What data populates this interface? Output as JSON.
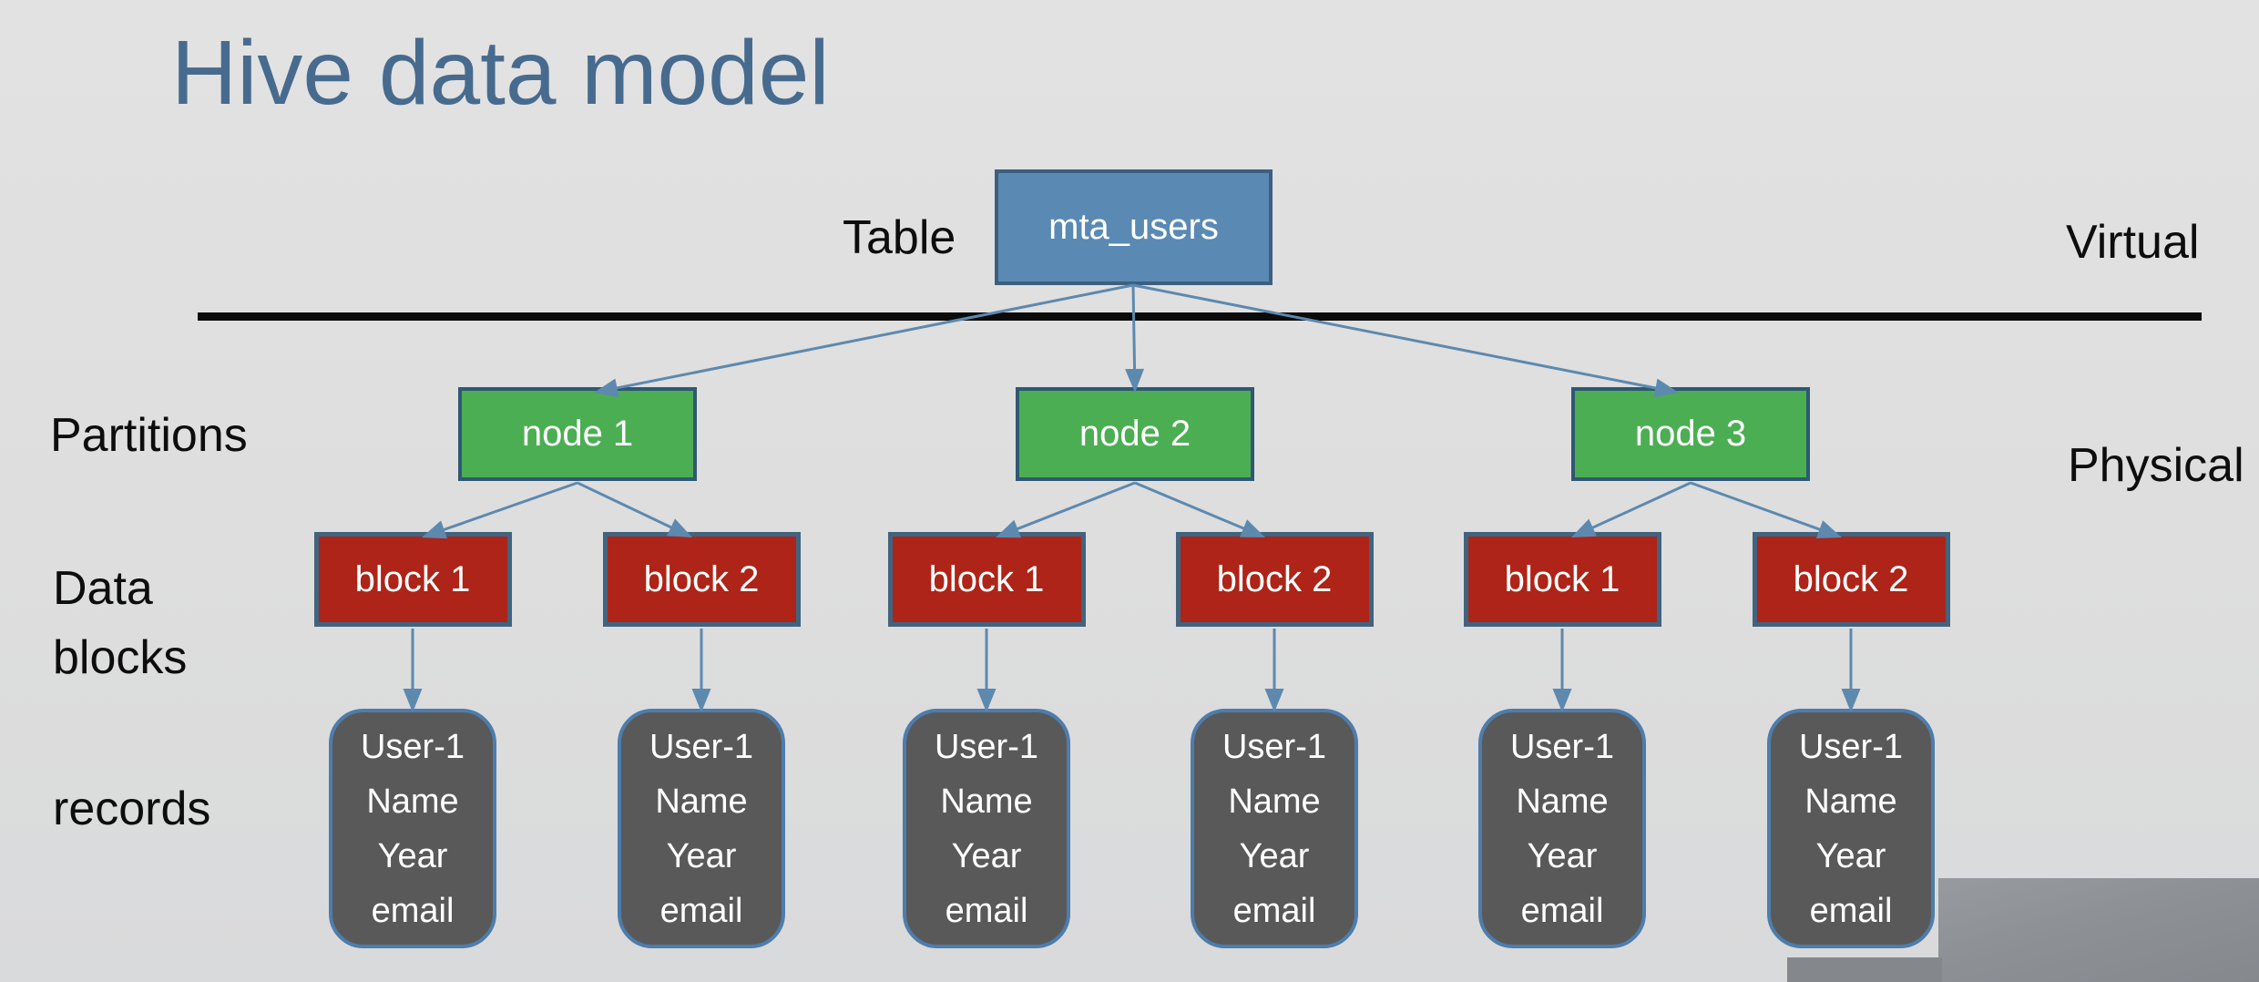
{
  "title": "Hive data model",
  "labels": {
    "table": "Table",
    "virtual": "Virtual",
    "partitions": "Partitions",
    "physical": "Physical",
    "data_blocks_line1": "Data",
    "data_blocks_line2": "blocks",
    "records": "records"
  },
  "table_box": {
    "label": "mta_users"
  },
  "partitions": [
    {
      "label": "node 1"
    },
    {
      "label": "node 2"
    },
    {
      "label": "node 3"
    }
  ],
  "data_blocks": [
    {
      "label": "block 1",
      "parent": "node 1"
    },
    {
      "label": "block 2",
      "parent": "node 1"
    },
    {
      "label": "block 1",
      "parent": "node 2"
    },
    {
      "label": "block 2",
      "parent": "node 2"
    },
    {
      "label": "block 1",
      "parent": "node 3"
    },
    {
      "label": "block 2",
      "parent": "node 3"
    }
  ],
  "records": [
    {
      "lines": [
        "User-1",
        "Name",
        "Year",
        "email"
      ]
    },
    {
      "lines": [
        "User-1",
        "Name",
        "Year",
        "email"
      ]
    },
    {
      "lines": [
        "User-1",
        "Name",
        "Year",
        "email"
      ]
    },
    {
      "lines": [
        "User-1",
        "Name",
        "Year",
        "email"
      ]
    },
    {
      "lines": [
        "User-1",
        "Name",
        "Year",
        "email"
      ]
    },
    {
      "lines": [
        "User-1",
        "Name",
        "Year",
        "email"
      ]
    }
  ],
  "colors": {
    "title_text": "#476b8e",
    "label_text": "#0d0d0d",
    "divider": "#0b0b0b",
    "box_text": "#ffffff",
    "table_fill": "#5a8ab4",
    "table_border": "#3d5f7e",
    "partition_fill": "#4cae52",
    "partition_border": "#2f5873",
    "block_fill": "#ae2418",
    "block_border": "#40647f",
    "record_fill": "#595959",
    "record_border": "#4d7dac",
    "connector": "#5d89af",
    "photo_gray": "#8d9196"
  }
}
